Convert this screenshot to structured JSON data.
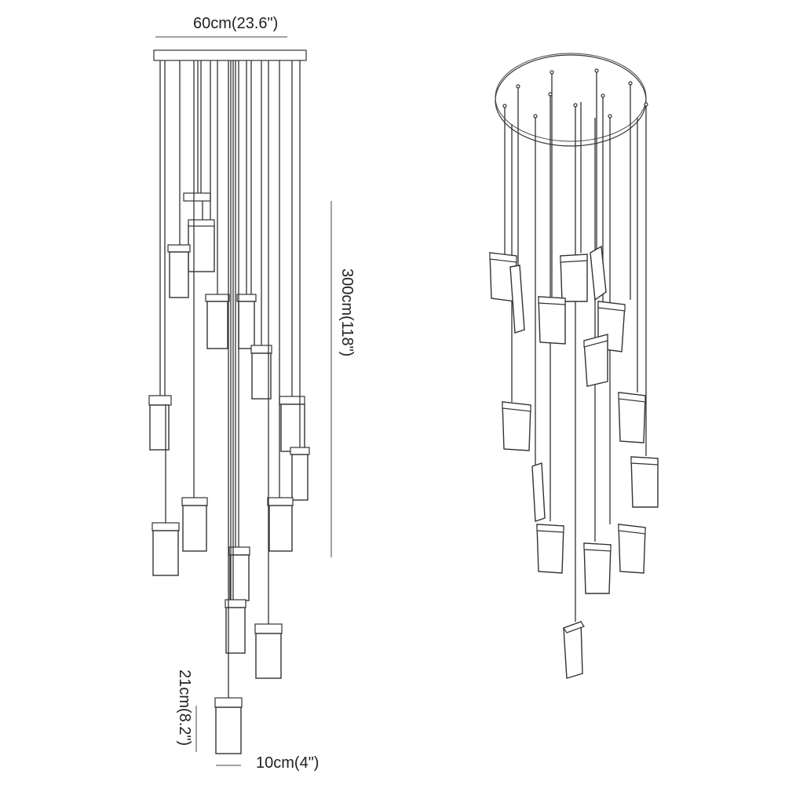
{
  "dimensions": {
    "width": "60cm(23.6\")",
    "height": "300cm(118\")",
    "pendant_height": "21cm(8.2\")",
    "pendant_width": "10cm(4\")"
  }
}
